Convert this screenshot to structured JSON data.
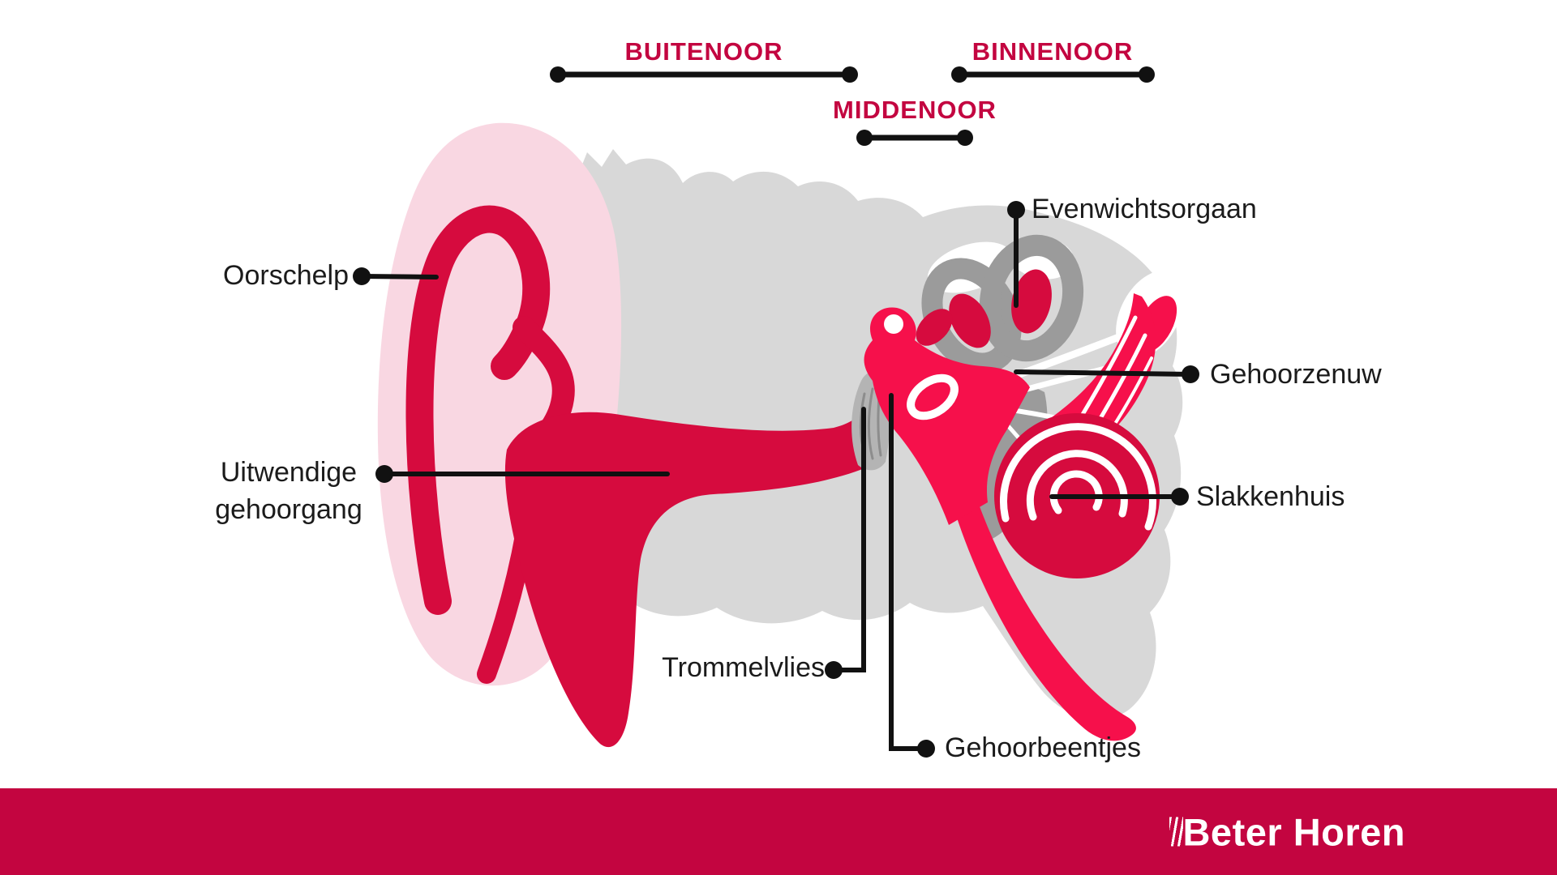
{
  "title": "Ear anatomy infographic (Dutch)",
  "palette": {
    "brand_red": "#c30540",
    "dark_red": "#d60b3e",
    "bright_red": "#f6104b",
    "pink": "#f9d7e2",
    "light_gray": "#d8d8d8",
    "mid_gray": "#9b9b9b",
    "drum_gray": "#b4b4b4",
    "line_black": "#111111",
    "text_black": "#1b1b1b"
  },
  "region_labels": [
    {
      "id": "buitenoor",
      "label": "BUITENOOR"
    },
    {
      "id": "middenoor",
      "label": "MIDDENOOR"
    },
    {
      "id": "binnenoor",
      "label": "BINNENOOR"
    }
  ],
  "part_labels": [
    {
      "id": "oorschelp",
      "label": "Oorschelp"
    },
    {
      "id": "uitwendige-gehoorgang",
      "label": "Uitwendige gehoorgang",
      "lines": [
        "Uitwendige",
        "gehoorgang"
      ]
    },
    {
      "id": "trommelvlies",
      "label": "Trommelvlies"
    },
    {
      "id": "gehoorbeentjes",
      "label": "Gehoorbeentjes"
    },
    {
      "id": "evenwichtsorgaan",
      "label": "Evenwichtsorgaan"
    },
    {
      "id": "gehoorzenuw",
      "label": "Gehoorzenuw"
    },
    {
      "id": "slakkenhuis",
      "label": "Slakkenhuis"
    }
  ],
  "footer": {
    "logo_text": "Beter Horen"
  }
}
